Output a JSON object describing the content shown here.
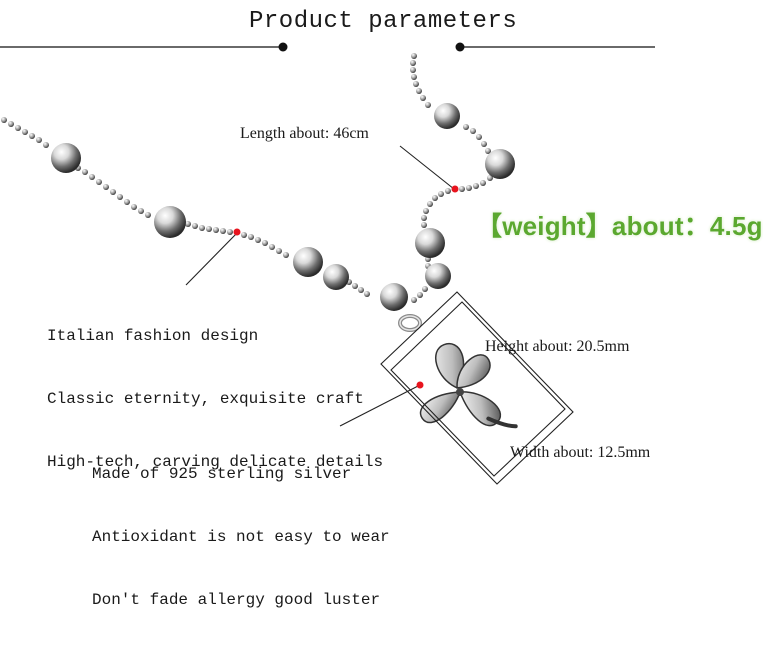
{
  "header": {
    "title": "Product parameters"
  },
  "specs": {
    "length": "Length about: 46cm",
    "weight": "【weight】about：4.5g",
    "height": "Height about: 20.5mm",
    "width": "Width about: 12.5mm"
  },
  "features": {
    "fashion": [
      "Italian fashion design",
      "Classic eternity, exquisite craft",
      "High-tech, carving delicate details"
    ],
    "material": [
      "Made of 925 sterling silver",
      "Antioxidant is not easy to wear",
      "Don't fade allergy good luster"
    ]
  },
  "colors": {
    "marker_dot": "#e8141e",
    "weight_text": "#5ba82f",
    "silver": "#c8c8c8"
  }
}
